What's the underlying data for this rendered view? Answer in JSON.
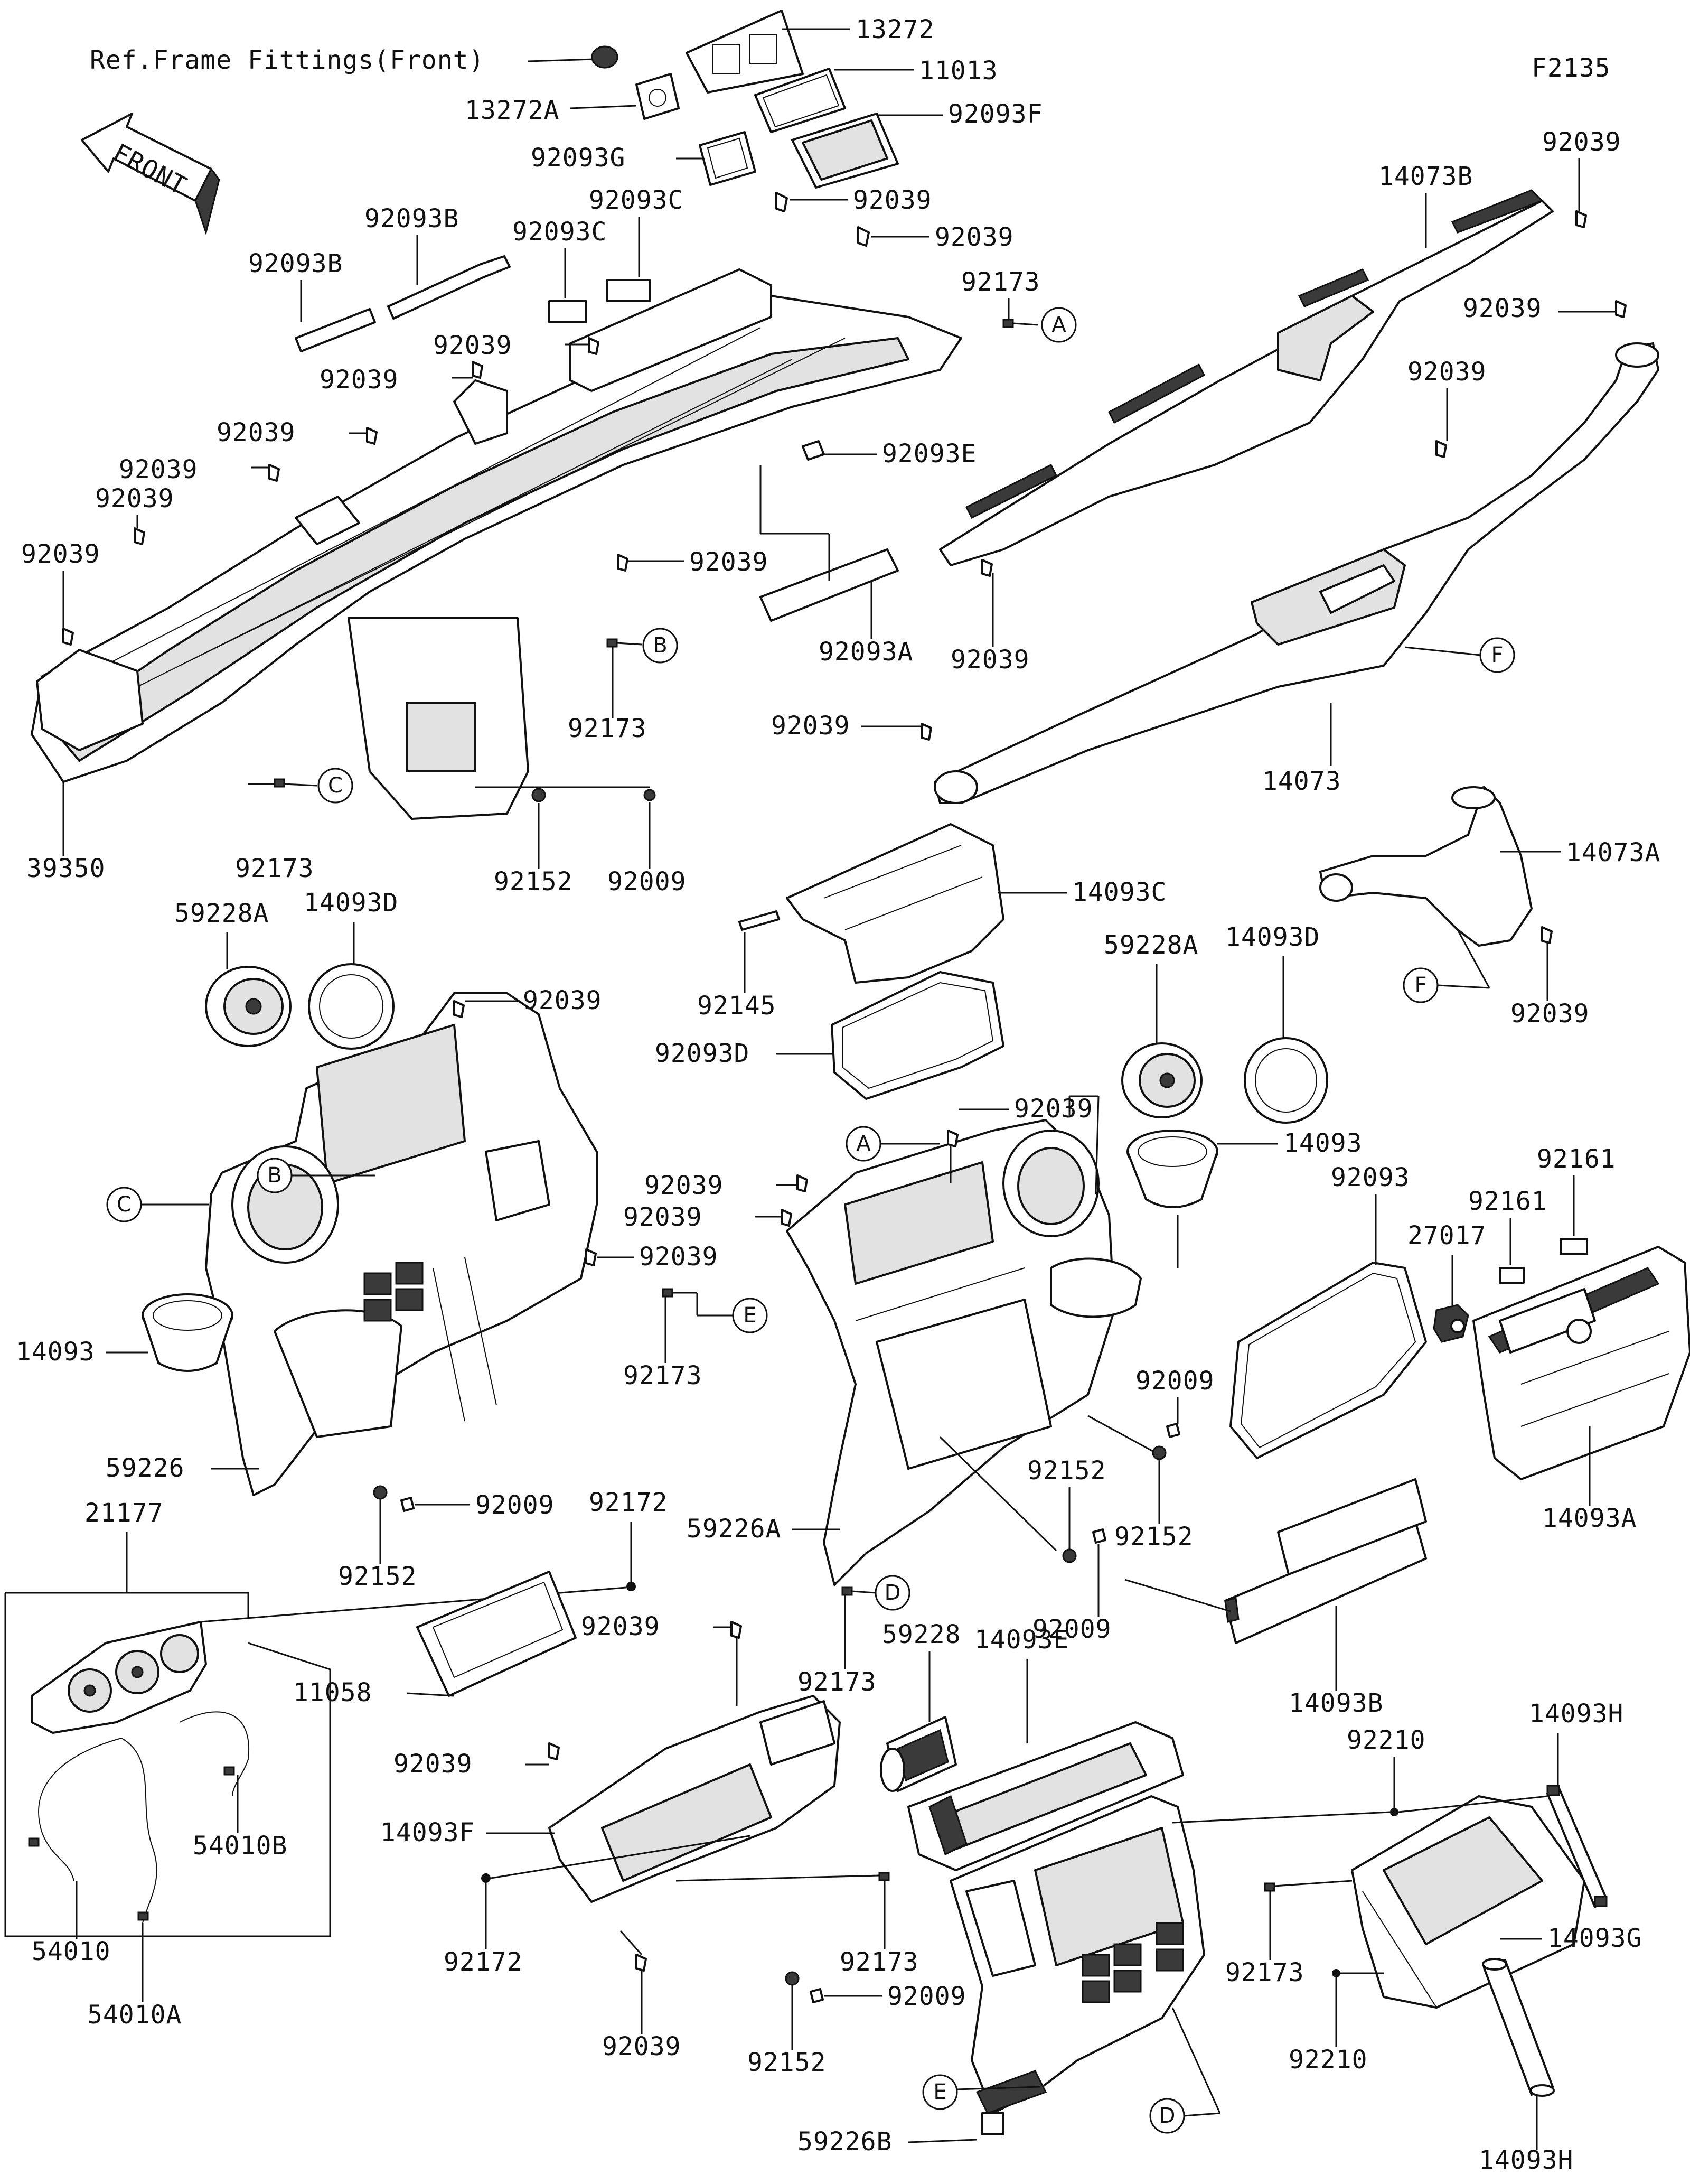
{
  "figure_code": "F2135",
  "ref_note": "Ref.Frame Fittings(Front)",
  "front_arrow": "FRONT",
  "refs": {
    "A": "A",
    "B": "B",
    "C": "C",
    "D": "D",
    "E": "E",
    "F": "F"
  },
  "parts": {
    "p13272": "13272",
    "p11013": "11013",
    "p13272A": "13272A",
    "p92093F": "92093F",
    "p92093G": "92093G",
    "p92039": "92039",
    "p92093B": "92093B",
    "p92093C": "92093C",
    "p92173": "92173",
    "p92093E": "92093E",
    "p92093A": "92093A",
    "p39350": "39350",
    "p92152": "92152",
    "p92009": "92009",
    "p14073B": "14073B",
    "p14073": "14073",
    "p14073A": "14073A",
    "p59228A": "59228A",
    "p14093D": "14093D",
    "p14093C": "14093C",
    "p92145": "92145",
    "p92093D": "92093D",
    "p14093": "14093",
    "p59226": "59226",
    "p21177": "21177",
    "p92172": "92172",
    "p92161": "92161",
    "p92093": "92093",
    "p27017": "27017",
    "p14093A": "14093A",
    "p59226A": "59226A",
    "p11058": "11058",
    "p54010B": "54010B",
    "p54010": "54010",
    "p54010A": "54010A",
    "p14093F": "14093F",
    "p59228": "59228",
    "p14093E": "14093E",
    "p14093B": "14093B",
    "p92210": "92210",
    "p14093H": "14093H",
    "p14093G": "14093G",
    "p59226B": "59226B"
  }
}
